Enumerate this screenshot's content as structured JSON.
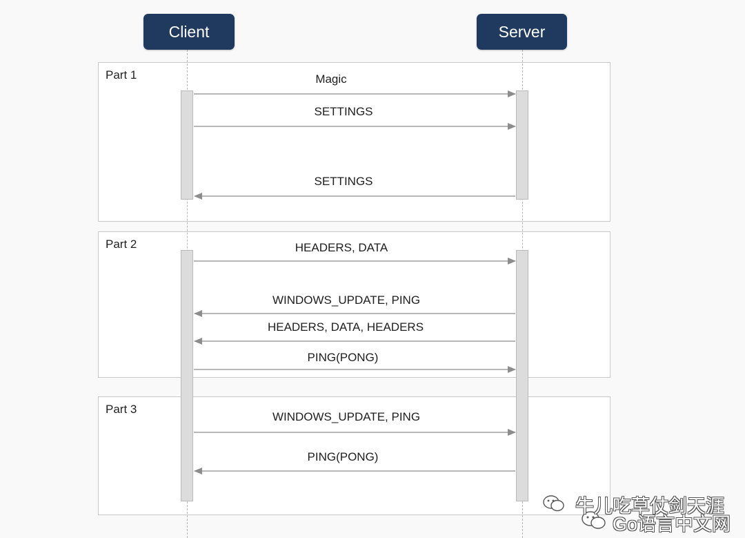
{
  "actors": {
    "client": "Client",
    "server": "Server"
  },
  "parts": [
    {
      "label": "Part 1"
    },
    {
      "label": "Part 2"
    },
    {
      "label": "Part 3"
    }
  ],
  "messages": [
    {
      "label": "Magic",
      "direction": "to_server"
    },
    {
      "label": "SETTINGS",
      "direction": "to_server"
    },
    {
      "label": "SETTINGS",
      "direction": "to_client"
    },
    {
      "label": "HEADERS, DATA",
      "direction": "to_server"
    },
    {
      "label": "WINDOWS_UPDATE, PING",
      "direction": "to_client"
    },
    {
      "label": "HEADERS, DATA, HEADERS",
      "direction": "to_client"
    },
    {
      "label": "PING(PONG)",
      "direction": "to_server"
    },
    {
      "label": "WINDOWS_UPDATE, PING",
      "direction": "to_server"
    },
    {
      "label": "PING(PONG)",
      "direction": "to_client"
    }
  ],
  "watermark": {
    "line1": "牛儿吃草仗剑天涯",
    "line2": "Go语言中文网"
  },
  "colors": {
    "actor_fill": "#1f3a5e",
    "arrow": "#8c8c8c",
    "activation": "#dcdcdc"
  }
}
